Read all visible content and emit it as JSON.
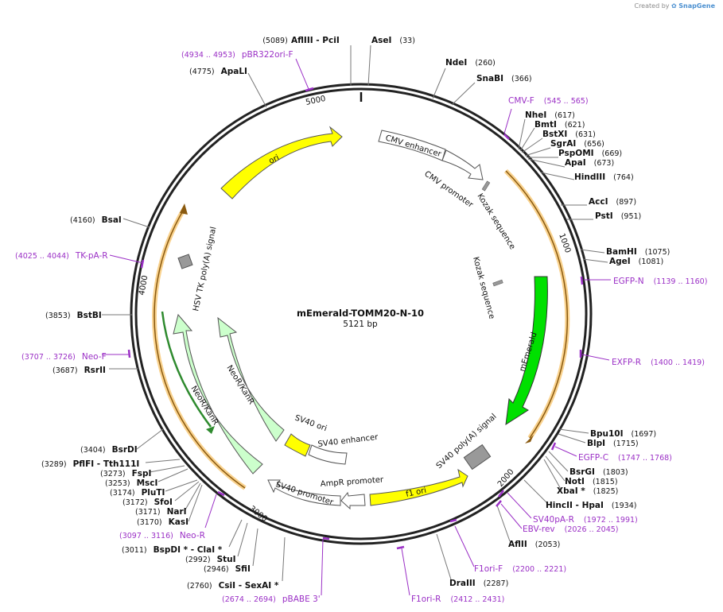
{
  "credit": {
    "prefix": "Created by",
    "brand": "SnapGene",
    "icon": "snapgene-leaf-icon"
  },
  "map": {
    "name": "mEmerald-TOMM20-N-10",
    "length_label": "5121 bp",
    "length": 5121,
    "tick_labels": [
      "1000",
      "2000",
      "3000",
      "4000",
      "5000"
    ]
  },
  "enzymes": [
    {
      "name": "AflIII - PciI",
      "pos": "(5089)"
    },
    {
      "name": "AseI",
      "pos": "(33)"
    },
    {
      "name": "NdeI",
      "pos": "(260)"
    },
    {
      "name": "SnaBI",
      "pos": "(366)"
    },
    {
      "name": "NheI",
      "pos": "(617)"
    },
    {
      "name": "BmtI",
      "pos": "(621)"
    },
    {
      "name": "BstXI",
      "pos": "(631)"
    },
    {
      "name": "SgrAI",
      "pos": "(656)"
    },
    {
      "name": "PspOMI",
      "pos": "(669)"
    },
    {
      "name": "ApaI",
      "pos": "(673)"
    },
    {
      "name": "HindIII",
      "pos": "(764)"
    },
    {
      "name": "AccI",
      "pos": "(897)"
    },
    {
      "name": "PstI",
      "pos": "(951)"
    },
    {
      "name": "BamHI",
      "pos": "(1075)"
    },
    {
      "name": "AgeI",
      "pos": "(1081)"
    },
    {
      "name": "Bpu10I",
      "pos": "(1697)"
    },
    {
      "name": "BlpI",
      "pos": "(1715)"
    },
    {
      "name": "BsrGI",
      "pos": "(1803)"
    },
    {
      "name": "NotI",
      "pos": "(1815)"
    },
    {
      "name": "XbaI *",
      "pos": "(1825)"
    },
    {
      "name": "HincII - HpaI",
      "pos": "(1934)"
    },
    {
      "name": "AflII",
      "pos": "(2053)"
    },
    {
      "name": "DraIII",
      "pos": "(2287)"
    },
    {
      "name": "CsiI - SexAI *",
      "pos": "(2760)"
    },
    {
      "name": "SfiI",
      "pos": "(2946)"
    },
    {
      "name": "StuI",
      "pos": "(2992)"
    },
    {
      "name": "BspDI * - ClaI *",
      "pos": "(3011)"
    },
    {
      "name": "KasI",
      "pos": "(3170)"
    },
    {
      "name": "NarI",
      "pos": "(3171)"
    },
    {
      "name": "SfoI",
      "pos": "(3172)"
    },
    {
      "name": "PluTI",
      "pos": "(3174)"
    },
    {
      "name": "MscI",
      "pos": "(3253)"
    },
    {
      "name": "FspI",
      "pos": "(3273)"
    },
    {
      "name": "PflFI - Tth111I",
      "pos": "(3289)"
    },
    {
      "name": "BsrDI",
      "pos": "(3404)"
    },
    {
      "name": "RsrII",
      "pos": "(3687)"
    },
    {
      "name": "BstBI",
      "pos": "(3853)"
    },
    {
      "name": "BsaI",
      "pos": "(4160)"
    },
    {
      "name": "ApaLI",
      "pos": "(4775)"
    }
  ],
  "primers": [
    {
      "name": "pBR322ori-F",
      "pos": "(4934 .. 4953)"
    },
    {
      "name": "CMV-F",
      "pos": "(545 .. 565)"
    },
    {
      "name": "EGFP-N",
      "pos": "(1139 .. 1160)"
    },
    {
      "name": "EXFP-R",
      "pos": "(1400 .. 1419)"
    },
    {
      "name": "EGFP-C",
      "pos": "(1747 .. 1768)"
    },
    {
      "name": "SV40pA-R",
      "pos": "(1972 .. 1991)"
    },
    {
      "name": "EBV-rev",
      "pos": "(2026 .. 2045)"
    },
    {
      "name": "F1ori-F",
      "pos": "(2200 .. 2221)"
    },
    {
      "name": "F1ori-R",
      "pos": "(2412 .. 2431)"
    },
    {
      "name": "pBABE 3'",
      "pos": "(2674 .. 2694)"
    },
    {
      "name": "Neo-R",
      "pos": "(3097 .. 3116)"
    },
    {
      "name": "Neo-F",
      "pos": "(3707 .. 3726)"
    },
    {
      "name": "TK-pA-R",
      "pos": "(4025 .. 4044)"
    }
  ],
  "features": [
    {
      "name": "CMV enhancer",
      "color": "#ffffff"
    },
    {
      "name": "CMV promoter",
      "color": "#ffffff"
    },
    {
      "name": "Kozak sequence",
      "color": "#999999"
    },
    {
      "name": "Kozak sequence",
      "color": "#999999"
    },
    {
      "name": "mEmerald",
      "color": "#00dd00"
    },
    {
      "name": "SV40 poly(A) signal",
      "color": "#999999"
    },
    {
      "name": "f1 ori",
      "color": "#ffff00"
    },
    {
      "name": "AmpR promoter",
      "color": "#ffffff"
    },
    {
      "name": "SV40 promoter",
      "color": "#ffffff"
    },
    {
      "name": "SV40 enhancer",
      "color": "#ffffff"
    },
    {
      "name": "SV40 ori",
      "color": "#ffff00"
    },
    {
      "name": "NeoR/KanR",
      "color": "#ccffcc"
    },
    {
      "name": "NeoR/KanR",
      "color": "#ccffcc"
    },
    {
      "name": "HSV TK poly(A) signal",
      "color": "#999999"
    },
    {
      "name": "ori",
      "color": "#ffff00"
    }
  ]
}
